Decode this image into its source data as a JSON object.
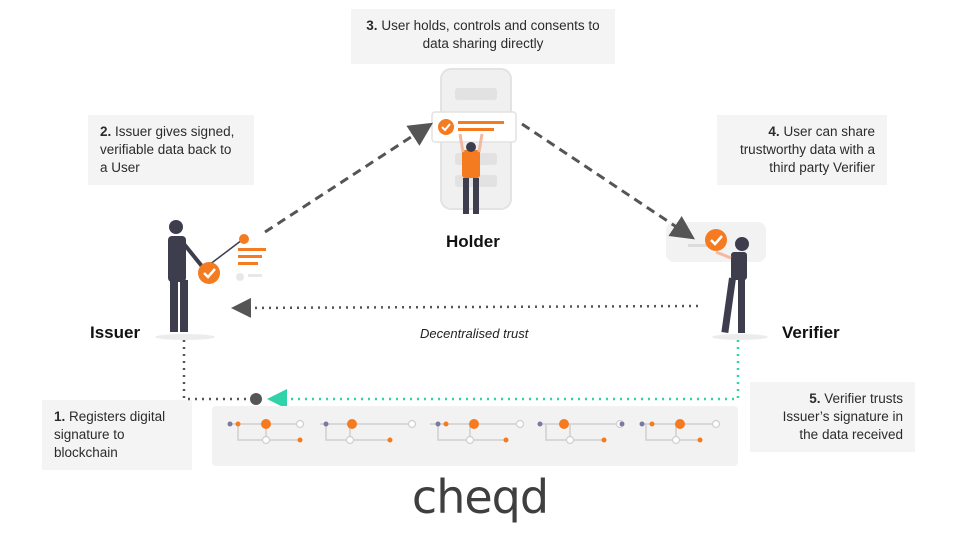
{
  "steps": [
    {
      "num": "3.",
      "text": "User holds, controls and consents to data sharing directly"
    },
    {
      "num": "2.",
      "text": "Issuer gives signed, verifiable data back to a User"
    },
    {
      "num": "4.",
      "text": "User can share trustworthy data with a third party Verifier"
    },
    {
      "num": "1.",
      "text": " Registers digital signature to blockchain"
    },
    {
      "num": "5.",
      "text": "Verifier trusts Issuer’s signature in the data received"
    }
  ],
  "actors": {
    "holder": "Holder",
    "issuer": "Issuer",
    "verifier": "Verifier"
  },
  "caption": "Decentralised trust",
  "brand": "cheqd",
  "colors": {
    "accent": "#f47b20",
    "teal": "#2ed3a9",
    "dark": "#3d3d4e",
    "arrow": "#555555",
    "note_bg": "#f4f4f4"
  },
  "icons": [
    "check-badge-icon",
    "phone-icon",
    "person-icon",
    "blockchain-icon"
  ]
}
